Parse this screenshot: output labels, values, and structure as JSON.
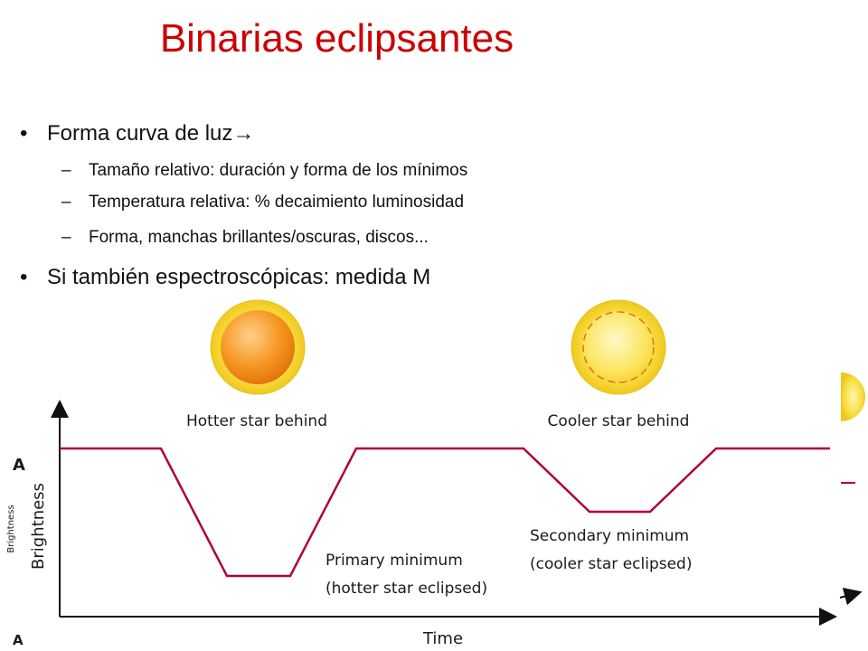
{
  "slide": {
    "title": "Binarias eclipsantes",
    "bullets": [
      {
        "text": "Forma curva de luz→",
        "subitems": [
          "Tamaño relativo: duración y forma de los mínimos",
          "Temperatura relativa: % decaimiento luminosidad",
          "Forma, manchas brillantes/oscuras, discos..."
        ]
      },
      {
        "text": "Si también espectroscópicas: medida M",
        "subitems": []
      }
    ],
    "bullet_glyph": "•",
    "sub_glyph": "–"
  },
  "figure": {
    "label_hotter": "Hotter star behind",
    "label_cooler": "Cooler star behind",
    "primary_line1": "Primary minimum",
    "primary_line2": "(hotter star eclipsed)",
    "secondary_line1": "Secondary  minimum",
    "secondary_line2": "(cooler star eclipsed)",
    "ylabel": "Brightness",
    "ylabel_small": "Brightness",
    "xlabel": "Time",
    "corner_a_top": "A",
    "corner_a_bottom": "A",
    "colors": {
      "curve": "#b0003a",
      "halo": "#f2d22a",
      "halo_edge": "#e3b800",
      "hot_star": "#f08a1c",
      "cool_star": "#fadf3a",
      "dash": "#e07020",
      "axis": "#111111"
    }
  }
}
